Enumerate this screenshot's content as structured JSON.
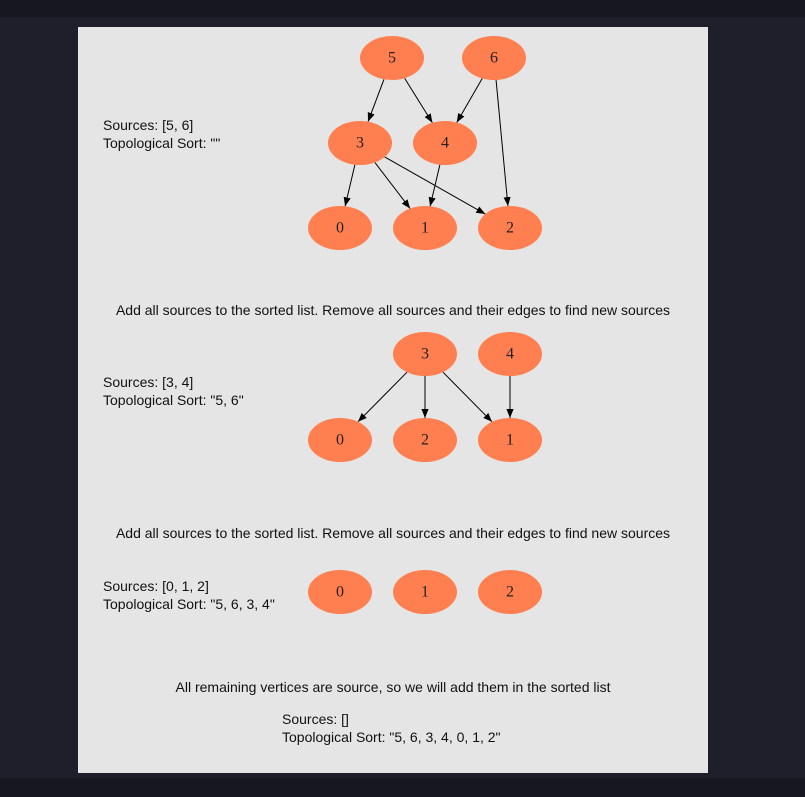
{
  "steps": [
    {
      "sources_text": "Sources: [5, 6]",
      "sort_text": "Topological Sort: \"\"",
      "nodes": [
        {
          "id": "n5",
          "label": "5"
        },
        {
          "id": "n6",
          "label": "6"
        },
        {
          "id": "n3",
          "label": "3"
        },
        {
          "id": "n4",
          "label": "4"
        },
        {
          "id": "n0",
          "label": "0"
        },
        {
          "id": "n1",
          "label": "1"
        },
        {
          "id": "n2",
          "label": "2"
        }
      ],
      "edges": [
        [
          "n5",
          "n3"
        ],
        [
          "n5",
          "n4"
        ],
        [
          "n6",
          "n4"
        ],
        [
          "n6",
          "n2"
        ],
        [
          "n3",
          "n0"
        ],
        [
          "n3",
          "n1"
        ],
        [
          "n3",
          "n2"
        ],
        [
          "n4",
          "n1"
        ]
      ]
    },
    {
      "sources_text": "Sources: [3, 4]",
      "sort_text": "Topological Sort: \"5, 6\"",
      "nodes": [
        {
          "id": "n3",
          "label": "3"
        },
        {
          "id": "n4",
          "label": "4"
        },
        {
          "id": "n0",
          "label": "0"
        },
        {
          "id": "n2",
          "label": "2"
        },
        {
          "id": "n1",
          "label": "1"
        }
      ],
      "edges": [
        [
          "n3",
          "n0"
        ],
        [
          "n3",
          "n2"
        ],
        [
          "n3",
          "n1"
        ],
        [
          "n4",
          "n1"
        ]
      ]
    },
    {
      "sources_text": "Sources: [0, 1, 2]",
      "sort_text": "Topological Sort: \"5, 6, 3, 4\"",
      "nodes": [
        {
          "id": "n0",
          "label": "0"
        },
        {
          "id": "n1",
          "label": "1"
        },
        {
          "id": "n2",
          "label": "2"
        }
      ],
      "edges": []
    }
  ],
  "notes": [
    "Add all sources to the sorted list. Remove all sources and their edges to find new sources",
    "Add all sources to the sorted list. Remove all sources and their edges to find new sources",
    "All remaining vertices are source, so we will add them in the sorted list"
  ],
  "final": {
    "sources_text": "Sources: []",
    "sort_text": "Topological Sort: \"5, 6, 3, 4, 0, 1, 2\""
  },
  "colors": {
    "node_fill": "#ff7f50",
    "panel_bg": "#e5e5e5",
    "page_bg": "#1f1f2b"
  }
}
